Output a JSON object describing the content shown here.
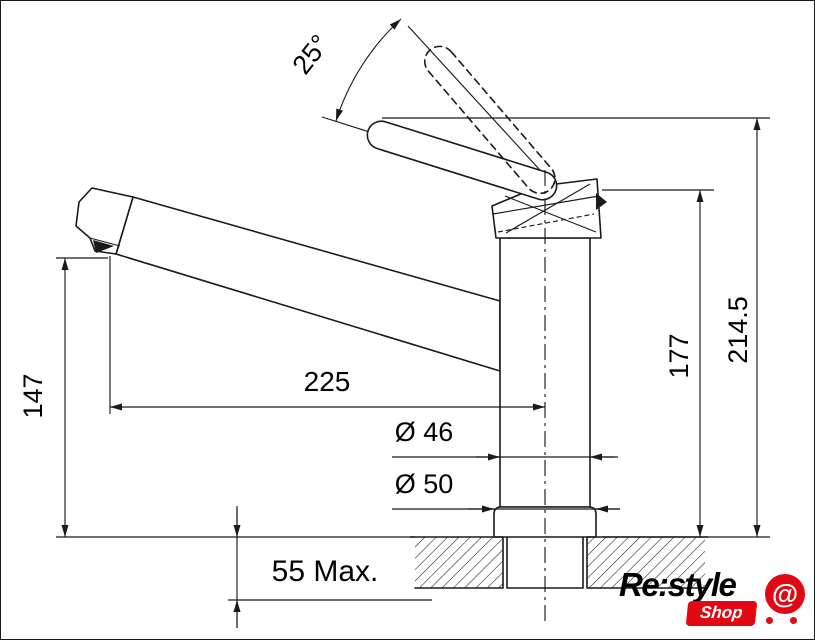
{
  "dimensions": {
    "lever_angle": "25°",
    "spout_height": "147",
    "spout_reach": "225",
    "body_diameter": "Ø 46",
    "base_diameter": "Ø 50",
    "height_to_spout_top": "177",
    "total_height": "214.5",
    "max_counter_thickness": "55 Max."
  },
  "logo": {
    "brand": "Re:style",
    "badge": "Shop",
    "cart_glyph": "@"
  },
  "colors": {
    "line": "#1a1a1a",
    "logo_red": "#e30613"
  }
}
